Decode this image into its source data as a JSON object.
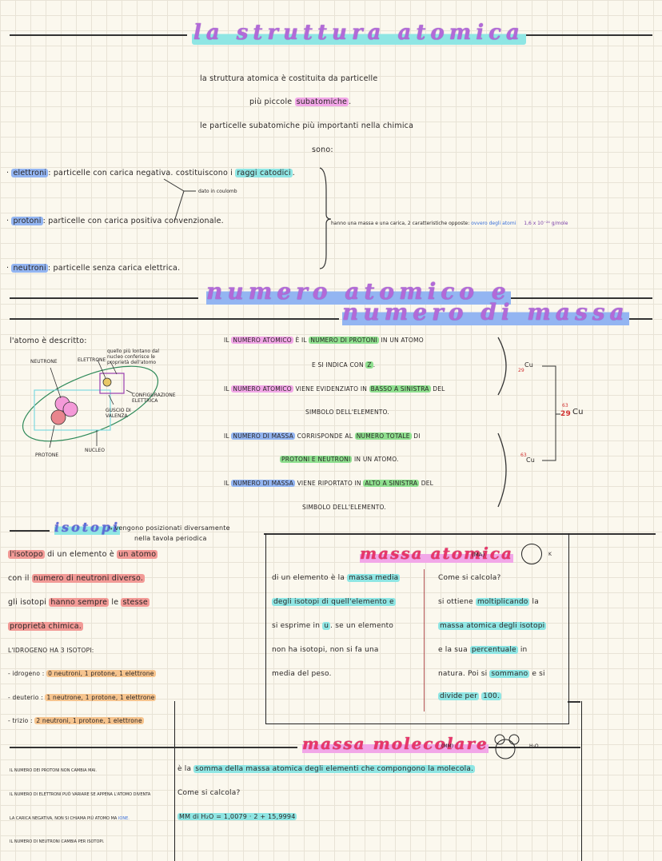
{
  "header": {
    "title": "la struttura atomica",
    "intro1": "la struttura atomica è costituita da particelle",
    "intro2a": "più piccole",
    "intro2b": "subatomiche",
    "intro3": "le particelle subatomiche più importanti nella chimica",
    "intro4": "sono:"
  },
  "particles": {
    "electrons_name": "elettroni",
    "electrons_desc": "particelle con carica negativa. costituiscono i",
    "electrons_hl": "raggi catodici",
    "coulomb_note": "dato in coulomb",
    "protons_name": "protoni",
    "protons_desc": "particelle con carica positiva convenzionale",
    "neutrons_name": "neutroni",
    "neutrons_desc": "particelle senza carica elettrica",
    "side_note": "hanno una massa e una carica, 2 caratteristiche opposte:",
    "side_hl": "ovvero degli atomi",
    "side_mass": "1,6 x 10⁻²⁴ g/mole"
  },
  "section2": {
    "title1": "numero atomico e",
    "title2": "numero di massa",
    "atom_desc": "l'atomo è descritto:",
    "lbl_neutrone": "NEUTRONE",
    "lbl_elettrone": "ELETTRONE",
    "lbl_lontano": "quello più lontano dal nucleo conferisce le proprietà dell'atomo",
    "lbl_config": "CONFIGURAZIONE ELETTRICA",
    "lbl_guscio": "GUSCIO DI VALENZA",
    "lbl_nucleo": "NUCLEO",
    "lbl_protone": "PROTONE",
    "r1a": "IL",
    "r1b": "NUMERO ATOMICO",
    "r1c": "È",
    "r1d": "IL",
    "r1e": "NUMERO DI PROTONI",
    "r1f": "IN UN ATOMO",
    "r2a": "E SI INDICA CON",
    "r2b": "Z",
    "r3a": "IL",
    "r3b": "NUMERO ATOMICO",
    "r3c": "VIENE EVIDENZIATO IN",
    "r3d": "BASSO A SINISTRA",
    "r3e": "DEL",
    "r4": "SIMBOLO DELL'ELEMENTO.",
    "r5a": "IL",
    "r5b": "NUMERO DI MASSA",
    "r5c": "CORRISPONDE AL",
    "r5d": "NUMERO TOTALE",
    "r5e": "DI",
    "r6a": "PROTONI E NEUTRONI",
    "r6b": "IN UN ATOMO.",
    "r7a": "IL",
    "r7b": "NUMERO DI MASSA",
    "r7c": "VIENE RIPORTATO IN",
    "r7d": "ALTO A SINISTRA",
    "r7e": "DEL",
    "r8": "SIMBOLO DELL'ELEMENTO.",
    "cu_z": "29",
    "cu_sym": "Cu",
    "cu_a": "63",
    "cu_full_a": "63",
    "cu_full_z": "29",
    "cu_full_sym": "Cu",
    "cu_top_sym": "Cu",
    "cu_bot_a": "63",
    "cu_bot_sym": "Cu"
  },
  "isotopi": {
    "title": "isotopi",
    "note1": "vengono posizionati diversamente",
    "note2": "nella tavola periodica",
    "l1a": "l'isotopo",
    "l1b": "di un elemento è",
    "l1c": "un atomo",
    "l2a": "con il",
    "l2b": "numero di neutroni diverso.",
    "l3a": "gli isotopi",
    "l3b": "hanno sempre",
    "l3c": "le",
    "l3d": "stesse",
    "l4": "proprietà chimica.",
    "l5": "L'IDROGENO HA 3 ISOTOPI:",
    "i1a": "- idrogeno :",
    "i1b": "0 neutroni, 1 protone, 1 elettrone",
    "i2a": "- deuterio :",
    "i2b": "1 neutrone, 1 protone, 1 elettrone",
    "i3a": "- trizio :",
    "i3b": "2 neutroni, 1 protone, 1 elettrone"
  },
  "massa_atomica": {
    "title": "massa atomica",
    "abbr": "(MA)",
    "unit": "K",
    "l1a": "di un elemento è la",
    "l1b": "massa media",
    "l2a": "degli isotopi di quell'elemento e",
    "l3a": "si esprime in",
    "l3b": "u",
    "l3c": ". se un elemento",
    "l4": "non ha isotopi, non si fa una",
    "l5": "media del peso.",
    "c1": "Come si calcola?",
    "c2a": "si ottiene",
    "c2b": "moltiplicando",
    "c2c": "la",
    "c3": "massa atomica degli isotopi",
    "c4a": "e la sua",
    "c4b": "percentuale",
    "c4c": "in",
    "c5a": "natura. Poi si",
    "c5b": "sommano",
    "c5c": "e si",
    "c6a": "divide per",
    "c6b": "100."
  },
  "massa_molecolare": {
    "title": "massa molecolare",
    "abbr": "(MM)",
    "h2o": "H₂O",
    "l1a": "è la",
    "l1b": "somma della massa atomica degli elementi che compongono la molecola.",
    "l2": "Come si calcola?",
    "l3": "MM di H₂O = 1,0079 · 2 + 15,9994",
    "n1": "IL NUMERO DEI PROTONI NON CAMBIA MAI.",
    "n2": "IL NUMERO DI ELETTRONI PUÒ VARIARE SE APPENA L'ATOMO DIVENTA",
    "n3a": "LA CARICA NEGATIVA, NON SI CHIAMA PIÙ ATOMO MA",
    "n3b": "IONE.",
    "n4": "IL NUMERO DI NEUTRONI CAMBIA PER ISOTOPI."
  },
  "colors": {
    "pink": "#f2a7e8",
    "cyan": "#8fe6e4",
    "blue": "#93b5f2",
    "green": "#8fe08f",
    "red": "#f29a96",
    "orange": "#f6c48e",
    "title_purple": "#b26ad8",
    "title_red": "#e8366a"
  }
}
